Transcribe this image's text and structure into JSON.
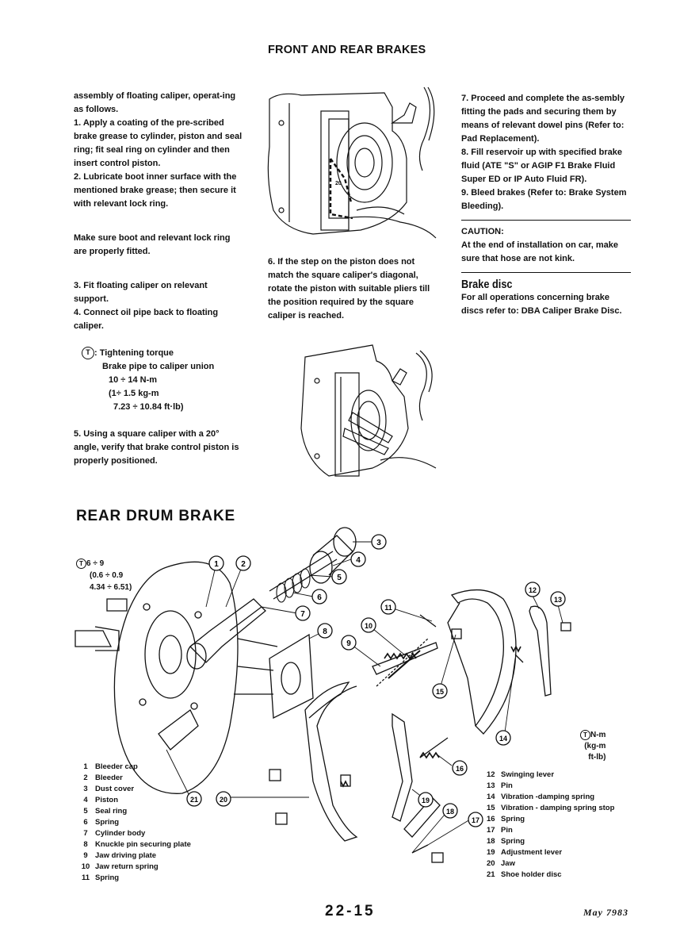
{
  "header": {
    "title": "FRONT AND REAR BRAKES"
  },
  "col1": {
    "p1": "assembly of floating caliper, operat-ing as follows.",
    "p2": "1. Apply a coating of the pre-scribed brake grease to cylinder, piston and seal ring; fit seal ring on cylinder and then insert control piston.",
    "p3": "2. Lubricate boot inner surface with the mentioned brake grease; then secure it with relevant lock ring.",
    "p4": "Make sure boot and relevant lock ring are properly fitted.",
    "p5": "3. Fit floating caliper on relevant support.",
    "p6": "4. Connect oil pipe back to floating caliper.",
    "torque_label": ": Tightening torque",
    "torque_line1": "Brake pipe to caliper union",
    "torque_line2": "10 ÷ 14 N-m",
    "torque_line3": "(1÷ 1.5 kg-m",
    "torque_line4": "7.23 ÷ 10.84 ft·lb)",
    "p7": "5. Using a square caliper with a 20° angle, verify that brake control piston is properly positioned."
  },
  "col2": {
    "p1": "6. If the step on the piston does not match the square caliper's diagonal, rotate the piston with suitable pliers till the position required by the square caliper is reached."
  },
  "col3": {
    "p1": "7. Proceed and complete the as-sembly fitting the pads and securing them by means of relevant dowel pins (Refer to: Pad Replacement).",
    "p2": "8. Fill reservoir up with specified brake fluid (ATE \"S\" or AGIP F1 Brake Fluid Super ED or IP Auto Fluid FR).",
    "p3": "9. Bleed brakes (Refer to: Brake System Bleeding).",
    "caution_title": "CAUTION:",
    "caution_text": "At the end of installation on car, make sure that hose are not kink.",
    "subhead": "Brake disc",
    "p4": "For all operations concerning brake discs refer to: DBA Caliper Brake Disc."
  },
  "section_title": "REAR DRUM BRAKE",
  "torque_spec": {
    "l1": "6 ÷ 9",
    "l2": "(0.6 ÷ 0.9",
    "l3": "4.34 ÷ 6.51)"
  },
  "unit_key": {
    "l1": "N-m",
    "l2": "(kg-m",
    "l3": "ft-lb)"
  },
  "legend_left": [
    {
      "n": "1",
      "t": "Bleeder cap"
    },
    {
      "n": "2",
      "t": "Bleeder"
    },
    {
      "n": "3",
      "t": "Dust cover"
    },
    {
      "n": "4",
      "t": "Piston"
    },
    {
      "n": "5",
      "t": "Seal ring"
    },
    {
      "n": "6",
      "t": "Spring"
    },
    {
      "n": "7",
      "t": "Cylinder body"
    },
    {
      "n": "8",
      "t": "Knuckle pin securing plate"
    },
    {
      "n": "9",
      "t": "Jaw driving plate"
    },
    {
      "n": "10",
      "t": "Jaw return spring"
    },
    {
      "n": "11",
      "t": "Spring"
    }
  ],
  "legend_right": [
    {
      "n": "12",
      "t": "Swinging lever"
    },
    {
      "n": "13",
      "t": "Pin"
    },
    {
      "n": "14",
      "t": "Vibration -damping spring"
    },
    {
      "n": "15",
      "t": "Vibration - damping spring stop"
    },
    {
      "n": "16",
      "t": "Spring"
    },
    {
      "n": "17",
      "t": "Pin"
    },
    {
      "n": "18",
      "t": "Spring"
    },
    {
      "n": "19",
      "t": "Adjustment lever"
    },
    {
      "n": "20",
      "t": "Jaw"
    },
    {
      "n": "21",
      "t": "Shoe holder disc"
    }
  ],
  "callouts": [
    "1",
    "2",
    "3",
    "4",
    "5",
    "6",
    "7",
    "8",
    "9",
    "10",
    "11",
    "12",
    "13",
    "14",
    "15",
    "16",
    "17",
    "18",
    "19",
    "20",
    "21"
  ],
  "figure_label": "20",
  "torque_icon": "T",
  "footer": {
    "page": "22-15",
    "date": "May 7983"
  }
}
